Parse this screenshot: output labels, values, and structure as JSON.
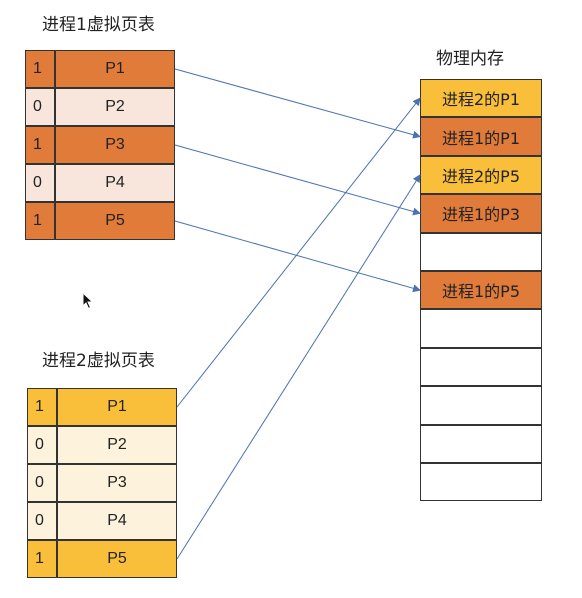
{
  "colors": {
    "orange": "#E07B39",
    "orange_light": "#F8E6DC",
    "yellow": "#F9BF3B",
    "yellow_light": "#FDF2DC",
    "white": "#FFFFFF",
    "arrow": "#4A72B0"
  },
  "process1": {
    "title": "进程1虚拟页表",
    "rows": [
      {
        "bit": "1",
        "page": "P1",
        "present": true
      },
      {
        "bit": "0",
        "page": "P2",
        "present": false
      },
      {
        "bit": "1",
        "page": "P3",
        "present": true
      },
      {
        "bit": "0",
        "page": "P4",
        "present": false
      },
      {
        "bit": "1",
        "page": "P5",
        "present": true
      }
    ]
  },
  "process2": {
    "title": "进程2虚拟页表",
    "rows": [
      {
        "bit": "1",
        "page": "P1",
        "present": true
      },
      {
        "bit": "0",
        "page": "P2",
        "present": false
      },
      {
        "bit": "0",
        "page": "P3",
        "present": false
      },
      {
        "bit": "0",
        "page": "P4",
        "present": false
      },
      {
        "bit": "1",
        "page": "P5",
        "present": true
      }
    ]
  },
  "memory": {
    "title": "物理内存",
    "frames": [
      {
        "label": "进程2的P1",
        "owner": "p2"
      },
      {
        "label": "进程1的P1",
        "owner": "p1"
      },
      {
        "label": "进程2的P5",
        "owner": "p2"
      },
      {
        "label": "进程1的P3",
        "owner": "p1"
      },
      {
        "label": "",
        "owner": ""
      },
      {
        "label": "进程1的P5",
        "owner": "p1"
      },
      {
        "label": "",
        "owner": ""
      },
      {
        "label": "",
        "owner": ""
      },
      {
        "label": "",
        "owner": ""
      },
      {
        "label": "",
        "owner": ""
      },
      {
        "label": "",
        "owner": ""
      }
    ]
  },
  "mappings": [
    {
      "process": "p1",
      "row": 0,
      "frame": 1
    },
    {
      "process": "p1",
      "row": 2,
      "frame": 3
    },
    {
      "process": "p1",
      "row": 4,
      "frame": 5
    },
    {
      "process": "p2",
      "row": 0,
      "frame": 0
    },
    {
      "process": "p2",
      "row": 4,
      "frame": 2
    }
  ]
}
